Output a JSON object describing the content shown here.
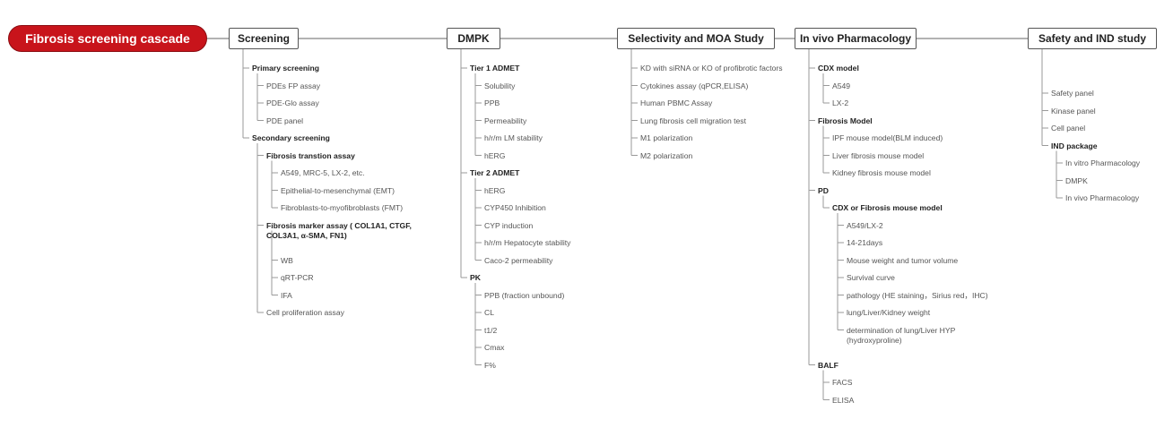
{
  "root": "Fibrosis screening cascade",
  "branches": [
    {
      "label": "Screening",
      "children": [
        {
          "label": "Primary screening",
          "children": [
            {
              "label": "PDEs FP assay"
            },
            {
              "label": "PDE-Glo assay"
            },
            {
              "label": "PDE panel"
            }
          ]
        },
        {
          "label": "Secondary screening",
          "children": [
            {
              "label": "Fibrosis transtion assay",
              "children": [
                {
                  "label": "A549, MRC-5, LX-2, etc."
                },
                {
                  "label": "Epithelial-to-mesenchymal (EMT)"
                },
                {
                  "label": "Fibroblasts-to-myofibroblasts (FMT)"
                }
              ]
            },
            {
              "label": "Fibrosis marker assay ( COL1A1, CTGF, COL3A1, α-SMA, FN1)",
              "children": [
                {
                  "label": "WB"
                },
                {
                  "label": "qRT-PCR"
                },
                {
                  "label": "IFA"
                }
              ]
            },
            {
              "label": "Cell proliferation assay"
            }
          ]
        }
      ]
    },
    {
      "label": "DMPK",
      "children": [
        {
          "label": "Tier 1 ADMET",
          "children": [
            {
              "label": "Solubility"
            },
            {
              "label": "PPB"
            },
            {
              "label": "Permeability"
            },
            {
              "label": "h/r/m LM stability"
            },
            {
              "label": "hERG"
            }
          ]
        },
        {
          "label": "Tier 2 ADMET",
          "children": [
            {
              "label": "hERG"
            },
            {
              "label": "CYP450 Inhibition"
            },
            {
              "label": "CYP induction"
            },
            {
              "label": "h/r/m Hepatocyte stability"
            },
            {
              "label": "Caco-2 permeability"
            }
          ]
        },
        {
          "label": "PK",
          "children": [
            {
              "label": "PPB (fraction unbound)"
            },
            {
              "label": "CL"
            },
            {
              "label": "t1/2"
            },
            {
              "label": "Cmax"
            },
            {
              "label": "F%"
            }
          ]
        }
      ]
    },
    {
      "label": "Selectivity and MOA Study",
      "children": [
        {
          "label": "KD with siRNA or KO of profibrotic factors"
        },
        {
          "label": "Cytokines assay (qPCR,ELISA)"
        },
        {
          "label": " Human PBMC Assay"
        },
        {
          "label": "Lung fibrosis cell migration test"
        },
        {
          "label": "M1 polarization"
        },
        {
          "label": "M2 polarization"
        }
      ]
    },
    {
      "label": "In vivo Pharmacology",
      "children": [
        {
          "label": "CDX model",
          "children": [
            {
              "label": "A549"
            },
            {
              "label": "LX-2"
            }
          ]
        },
        {
          "label": "Fibrosis Model",
          "children": [
            {
              "label": "IPF mouse model(BLM induced)"
            },
            {
              "label": "Liver fibrosis mouse model"
            },
            {
              "label": "Kidney fibrosis mouse model"
            }
          ]
        },
        {
          "label": "PD",
          "children": [
            {
              "label": "CDX or Fibrosis mouse model",
              "children": [
                {
                  "label": "A549/LX-2"
                },
                {
                  "label": "14-21days"
                },
                {
                  "label": "Mouse weight and tumor volume"
                },
                {
                  "label": "Survival curve"
                },
                {
                  "label": "pathology (HE staining，Sirius red，IHC)"
                },
                {
                  "label": "lung/Liver/Kidney weight"
                },
                {
                  "label": "determination of lung/Liver HYP (hydroxyproline)"
                }
              ]
            }
          ]
        },
        {
          "label": "BALF",
          "children": [
            {
              "label": "FACS"
            },
            {
              "label": "ELISA"
            }
          ]
        }
      ]
    },
    {
      "label": "Safety and IND study",
      "children": [
        {
          "label": "Safety panel"
        },
        {
          "label": "Kinase panel"
        },
        {
          "label": "Cell panel"
        },
        {
          "label": "IND package",
          "children": [
            {
              "label": "In vitro Pharmacology"
            },
            {
              "label": "DMPK"
            },
            {
              "label": "In vivo Pharmacology"
            }
          ]
        }
      ]
    }
  ]
}
